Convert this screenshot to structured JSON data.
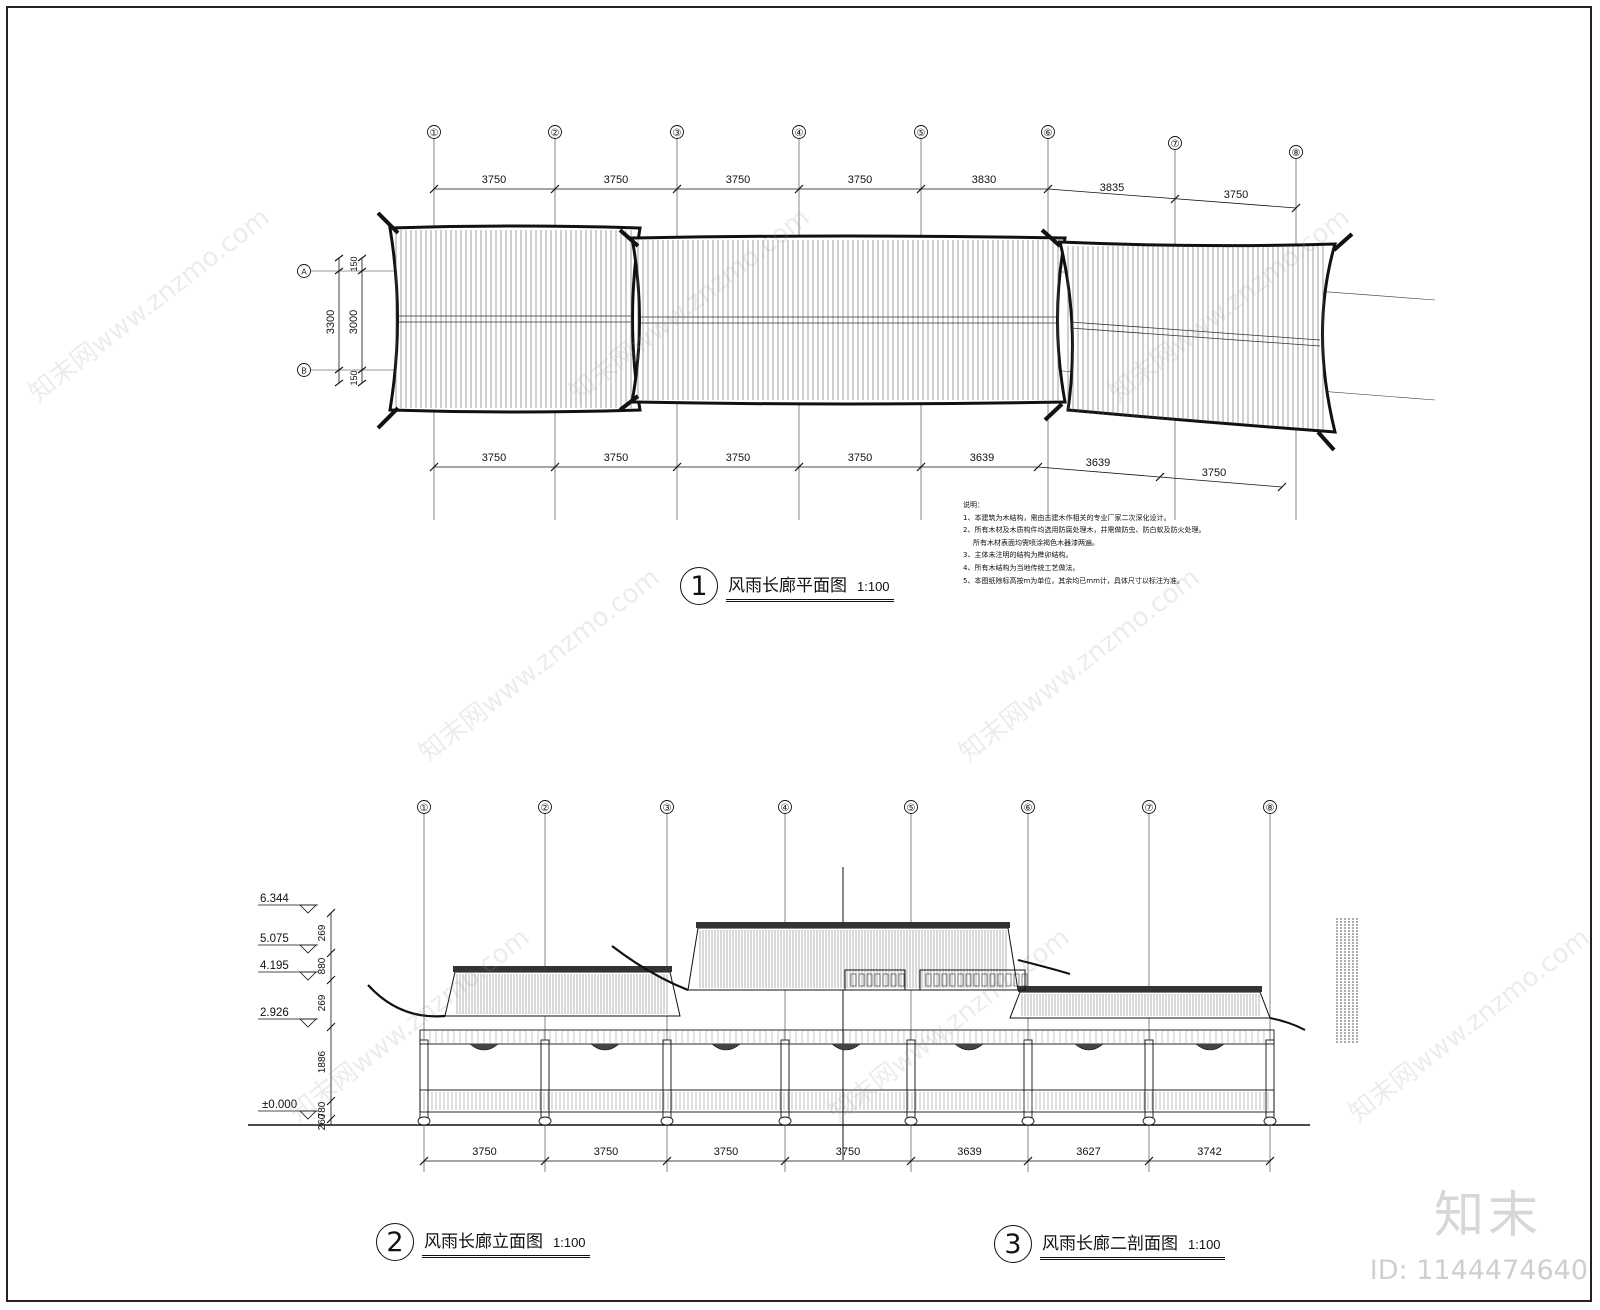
{
  "plan": {
    "axis_labels": [
      "①",
      "②",
      "③",
      "④",
      "⑤",
      "⑥",
      "⑦",
      "⑧"
    ],
    "row_labels": [
      "A",
      "B"
    ],
    "top_dims": [
      "3750",
      "3750",
      "3750",
      "3750",
      "3830",
      "3835",
      "3750"
    ],
    "bottom_dims": [
      "3750",
      "3750",
      "3750",
      "3750",
      "3639",
      "3639",
      "3750"
    ],
    "side_dims_outer": "3300",
    "side_dims_inner": "3000",
    "side_dims_edge_top": "150",
    "side_dims_edge_bottom": "150",
    "title_num": "1",
    "title": "风雨长廊平面图",
    "scale": "1:100"
  },
  "notes": {
    "heading": "说明：",
    "items": [
      "1、本建筑为木结构，需由古建木作相关的专业厂家二次深化设计。",
      "2、所有木材及木质构件均选用防腐处理木，并需做防虫、防白蚁及防火处理。",
      "所有木材表面均需喷涂褐色木器漆两遍。",
      "3、主体未注明的结构为榫卯结构。",
      "4、所有木结构为当地传统工艺做法。",
      "5、本图纸除标高按m为单位，其余均已mm计，具体尺寸以标注为准。"
    ]
  },
  "elevation": {
    "axis_labels": [
      "①",
      "②",
      "③",
      "④",
      "⑤",
      "⑥",
      "⑦",
      "⑧"
    ],
    "levels": [
      "6.344",
      "5.075",
      "4.195",
      "2.926",
      "±0.000"
    ],
    "vertical_dims": [
      "269",
      "880",
      "269",
      "1886",
      "780",
      "260"
    ],
    "bottom_dims": [
      "3750",
      "3750",
      "3750",
      "3750",
      "3639",
      "3627",
      "3742"
    ],
    "title2_num": "2",
    "title2": "风雨长廊立面图",
    "title3_num": "3",
    "title3": "风雨长廊二剖面图",
    "scale": "1:100"
  },
  "watermark": {
    "brand": "知末",
    "id": "ID: 1144474640",
    "text": "知末网www.znzmo.com"
  }
}
